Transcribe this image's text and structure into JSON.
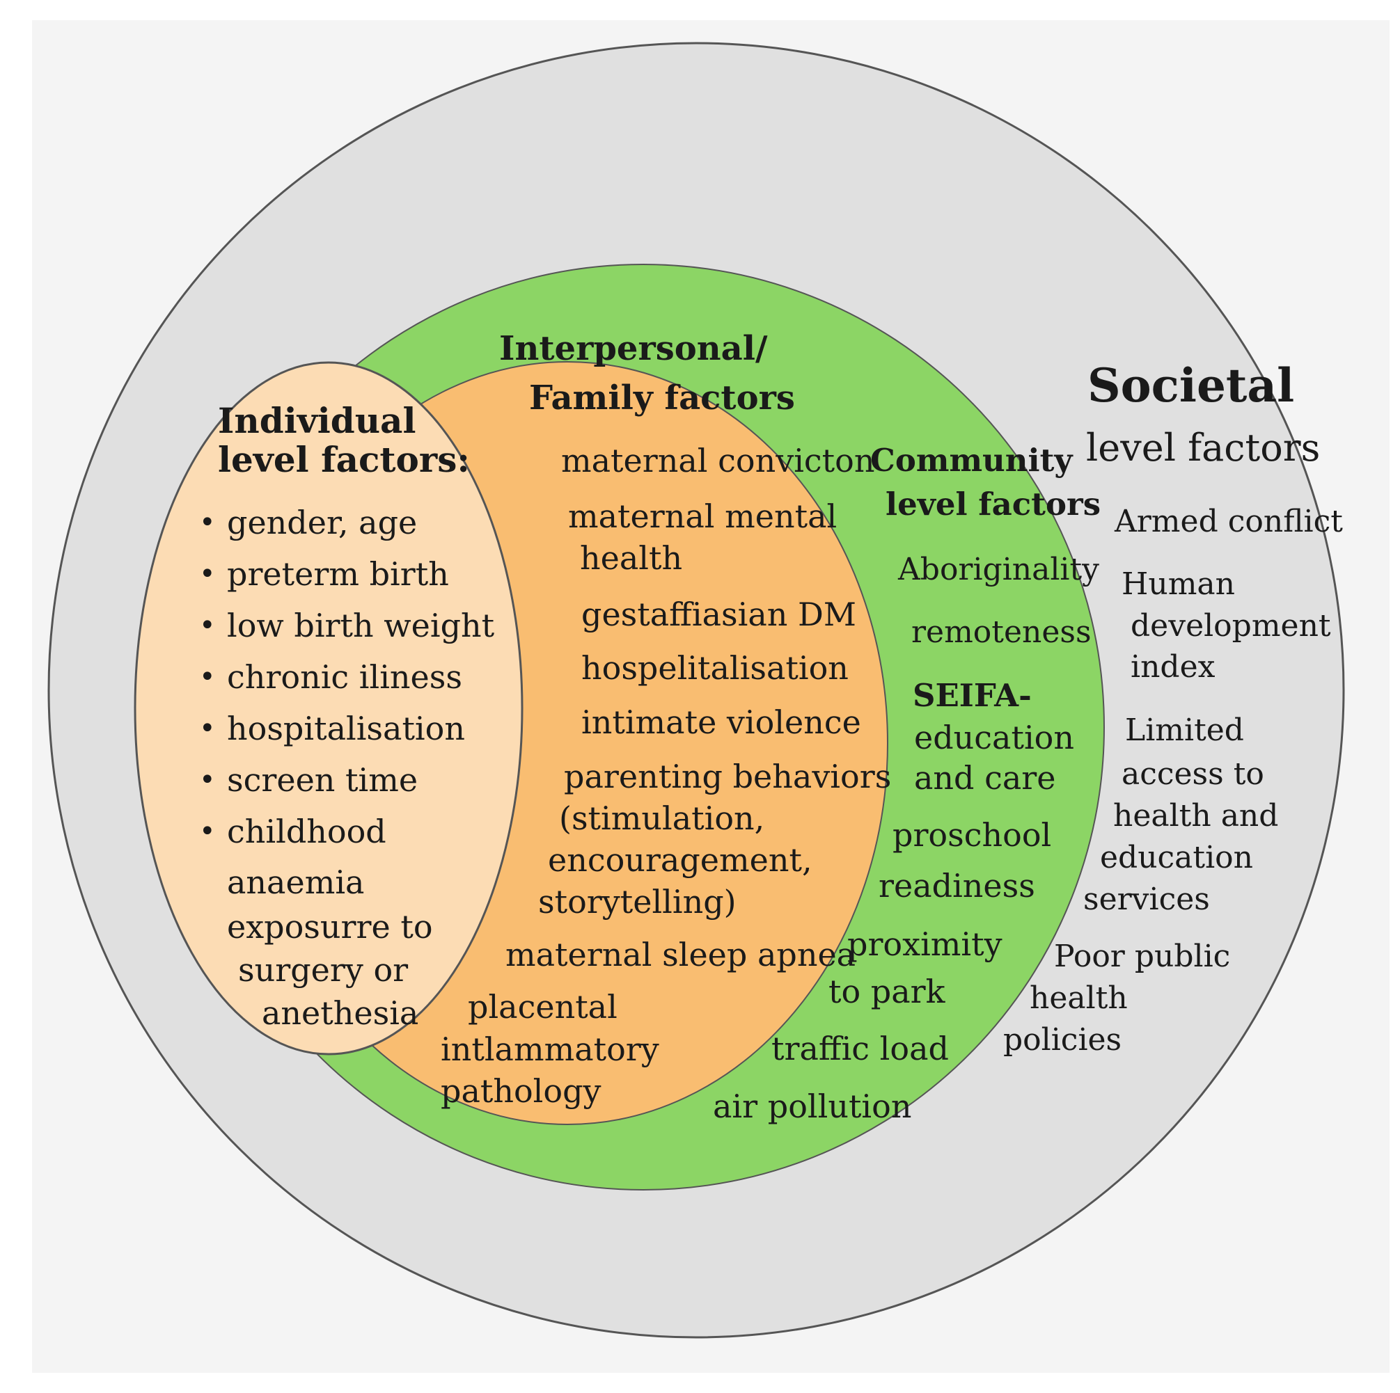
{
  "colors": {
    "background": "#f4f4f4",
    "societal_ring": "#e0e0e0",
    "community_ring": "#8cd565",
    "interpersonal_ring": "#f9bd71",
    "individual_ring": "#fcdcb4",
    "outline": "#555555"
  },
  "individual": {
    "title_line1": "Individual",
    "title_line2": "level factors:",
    "bullets": [
      "gender, age",
      "preterm birth",
      "low birth weight",
      "chronic iliness",
      "hospitalisation",
      "screen time",
      "childhood"
    ],
    "continuation": [
      "anaemia",
      "exposurre to",
      "surgery or",
      "anethesia"
    ]
  },
  "interpersonal": {
    "title_line1": "Interpersonal/",
    "title_line2": "Family factors",
    "items": [
      "maternal convicton",
      "maternal mental",
      "health",
      "gestaffiasian DM",
      "hospelitalisation",
      "intimate violence",
      "parenting behaviors",
      "(stimulation,",
      "encouragement,",
      "storytelling)",
      "maternal sleep apnea",
      "placental",
      "intlammatory",
      "pathology"
    ]
  },
  "community": {
    "title_line1": "Community",
    "title_line2": "level factors",
    "items": [
      "Aboriginality",
      "remoteness",
      "SEIFA-",
      "education",
      "and care",
      "proschool",
      "readiness",
      "proximity",
      "to park",
      "traffic load",
      "air pollution"
    ]
  },
  "societal": {
    "title_line1": "Societal",
    "title_line2": "level factors",
    "items": [
      "Armed conflict",
      "Human",
      "development",
      "index",
      "Limited",
      "access to",
      "health and",
      "education",
      "services",
      "Poor public",
      "health",
      "policies"
    ]
  }
}
